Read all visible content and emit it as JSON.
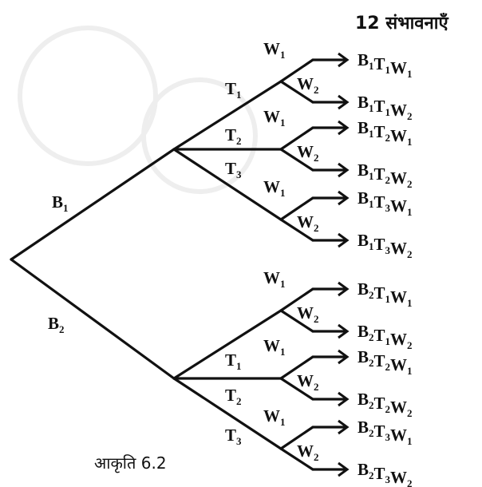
{
  "header": {
    "title": "12 संभावनाएँ"
  },
  "caption": "आकृति 6.2",
  "tree": {
    "level1": [
      {
        "id": "B1",
        "letter": "B",
        "sub": "1"
      },
      {
        "id": "B2",
        "letter": "B",
        "sub": "2"
      }
    ],
    "level2": [
      {
        "id": "T1",
        "letter": "T",
        "sub": "1"
      },
      {
        "id": "T2",
        "letter": "T",
        "sub": "2"
      },
      {
        "id": "T3",
        "letter": "T",
        "sub": "3"
      }
    ],
    "level3": [
      {
        "id": "W1",
        "letter": "W",
        "sub": "1"
      },
      {
        "id": "W2",
        "letter": "W",
        "sub": "2"
      }
    ]
  },
  "outcomes": [
    [
      [
        "B",
        "1"
      ],
      [
        "T",
        "1"
      ],
      [
        "W",
        "1"
      ]
    ],
    [
      [
        "B",
        "1"
      ],
      [
        "T",
        "1"
      ],
      [
        "W",
        "2"
      ]
    ],
    [
      [
        "B",
        "1"
      ],
      [
        "T",
        "2"
      ],
      [
        "W",
        "1"
      ]
    ],
    [
      [
        "B",
        "1"
      ],
      [
        "T",
        "2"
      ],
      [
        "W",
        "2"
      ]
    ],
    [
      [
        "B",
        "1"
      ],
      [
        "T",
        "3"
      ],
      [
        "W",
        "1"
      ]
    ],
    [
      [
        "B",
        "1"
      ],
      [
        "T",
        "3"
      ],
      [
        "W",
        "2"
      ]
    ],
    [
      [
        "B",
        "2"
      ],
      [
        "T",
        "1"
      ],
      [
        "W",
        "1"
      ]
    ],
    [
      [
        "B",
        "2"
      ],
      [
        "T",
        "1"
      ],
      [
        "W",
        "2"
      ]
    ],
    [
      [
        "B",
        "2"
      ],
      [
        "T",
        "2"
      ],
      [
        "W",
        "1"
      ]
    ],
    [
      [
        "B",
        "2"
      ],
      [
        "T",
        "2"
      ],
      [
        "W",
        "2"
      ]
    ],
    [
      [
        "B",
        "2"
      ],
      [
        "T",
        "3"
      ],
      [
        "W",
        "1"
      ]
    ],
    [
      [
        "B",
        "2"
      ],
      [
        "T",
        "3"
      ],
      [
        "W",
        "2"
      ]
    ]
  ]
}
